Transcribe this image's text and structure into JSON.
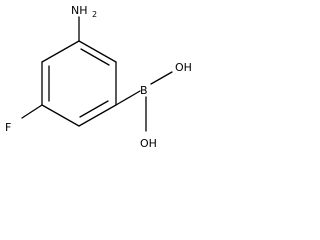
{
  "molecule": {
    "labels": {
      "amine_n": "NH",
      "amine_subscript": "2",
      "fluorine": "F",
      "boron": "B",
      "hydroxyl_top": "OH",
      "hydroxyl_bottom": "OH"
    }
  }
}
